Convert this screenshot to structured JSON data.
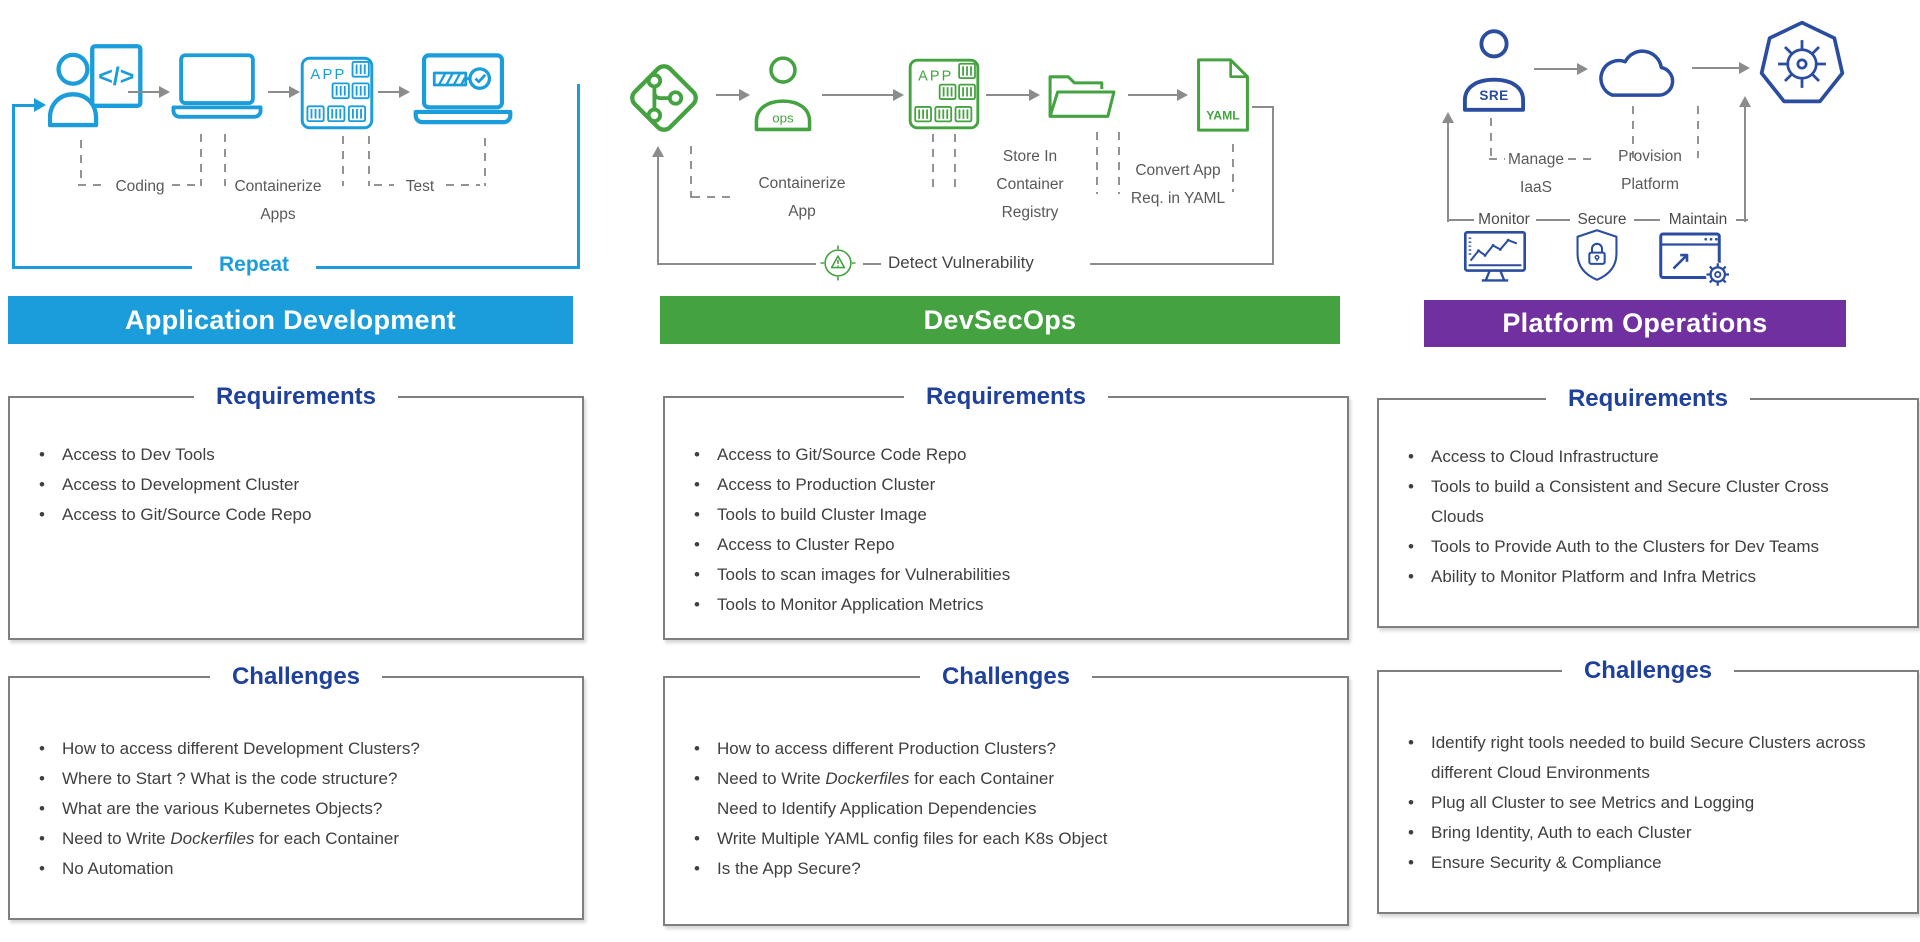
{
  "colors": {
    "app_dev_blue": "#1B9DDB",
    "devsecops_green": "#44A340",
    "platform_purple": "#7030A0",
    "section_title_navy": "#1F419B",
    "bullet_text_gray": "#3F3F3F",
    "connector_gray": "#8C8C8C"
  },
  "columns": [
    {
      "banner": "Application Development",
      "flow": {
        "app_icon_text": "APP",
        "label_coding": "Coding",
        "label_containerize_1": "Containerize",
        "label_containerize_2": "Apps",
        "label_test": "Test",
        "repeat": "Repeat"
      },
      "requirements": {
        "title": "Requirements",
        "items": [
          "Access to Dev Tools",
          "Access to Development Cluster",
          "Access to Git/Source Code Repo"
        ]
      },
      "challenges": {
        "title": "Challenges",
        "items": [
          "How to access different Development Clusters?",
          "Where to Start ? What is the code structure?",
          "What are the various Kubernetes Objects?",
          {
            "pre": "Need to Write ",
            "em": "Dockerfiles",
            "post": " for each Container"
          },
          "No Automation"
        ]
      }
    },
    {
      "banner": "DevSecOps",
      "flow": {
        "ops_icon_text": "ops",
        "app_icon_text": "APP",
        "yaml_icon_text": "YAML",
        "label_containerize_1": "Containerize",
        "label_containerize_2": "App",
        "label_store_1": "Store In",
        "label_store_2": "Container",
        "label_store_3": "Registry",
        "label_convert_1": "Convert App",
        "label_convert_2": "Req. in YAML",
        "detect": "Detect Vulnerability"
      },
      "requirements": {
        "title": "Requirements",
        "items": [
          "Access to Git/Source Code Repo",
          "Access to Production Cluster",
          "Tools to build Cluster Image",
          "Access to Cluster Repo",
          "Tools to scan images for Vulnerabilities",
          "Tools to Monitor Application Metrics"
        ]
      },
      "challenges": {
        "title": "Challenges",
        "items": [
          "How to access different Production Clusters?",
          {
            "pre": "Need to Write ",
            "em": "Dockerfiles",
            "post": " for each Container",
            "line2": "Need to Identify Application Dependencies"
          },
          "Write Multiple YAML config files for each K8s Object",
          "Is the App Secure?"
        ]
      }
    },
    {
      "banner": "Platform Operations",
      "flow": {
        "sre_icon_text": "SRE",
        "label_manage_1": "Manage",
        "label_manage_2": "IaaS",
        "label_provision_1": "Provision",
        "label_provision_2": "Platform",
        "label_monitor": "Monitor",
        "label_secure": "Secure",
        "label_maintain": "Maintain"
      },
      "requirements": {
        "title": "Requirements",
        "items": [
          "Access to Cloud Infrastructure",
          {
            "pre": "Tools to build a Consistent and Secure Cluster Cross",
            "line2": "Clouds"
          },
          "Tools to Provide Auth to the Clusters for Dev Teams",
          "Ability to Monitor Platform and Infra Metrics"
        ]
      },
      "challenges": {
        "title": "Challenges",
        "items": [
          {
            "pre": "Identify right tools needed to build Secure Clusters across",
            "line2": "different Cloud Environments"
          },
          "Plug all Cluster to see Metrics and Logging",
          "Bring Identity, Auth to each Cluster",
          "Ensure Security & Compliance"
        ]
      }
    }
  ]
}
